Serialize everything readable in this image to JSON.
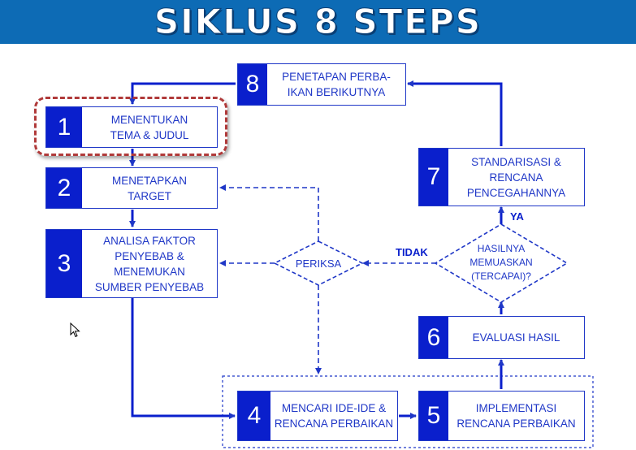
{
  "title": "SIKLUS 8 STEPS",
  "steps": [
    {
      "num": "1",
      "label": "MENENTUKAN\nTEMA & JUDUL"
    },
    {
      "num": "2",
      "label": "MENETAPKAN\nTARGET"
    },
    {
      "num": "3",
      "label": "ANALISA FAKTOR\nPENYEBAB &\nMENEMUKAN\nSUMBER PENYEBAB"
    },
    {
      "num": "4",
      "label": "MENCARI IDE-IDE &\nRENCANA PERBAIKAN"
    },
    {
      "num": "5",
      "label": "IMPLEMENTASI\nRENCANA PERBAIKAN"
    },
    {
      "num": "6",
      "label": "EVALUASI HASIL"
    },
    {
      "num": "7",
      "label": "STANDARISASI &\nRENCANA\nPENCEGAHANNYA"
    },
    {
      "num": "8",
      "label": "PENETAPAN PERBA-\nIKAN BERIKUTNYA"
    }
  ],
  "decisions": {
    "check": "PERIKSA",
    "satisfied": "HASILNYA\nMEMUASKAN\n(TERCAPAI)?"
  },
  "edge_labels": {
    "yes": "YA",
    "no": "TIDAK"
  },
  "colors": {
    "title_bar": "#0d6bb5",
    "number_fill": "#0a1fcc",
    "line": "#1f37c7",
    "highlight": "#b03a3a"
  }
}
